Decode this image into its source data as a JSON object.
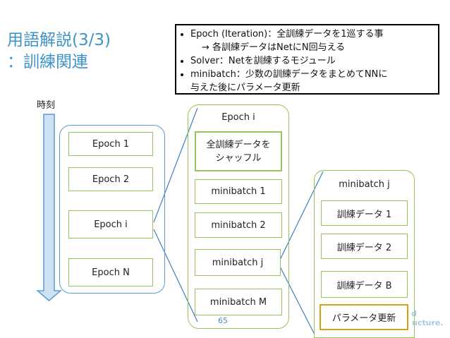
{
  "slide": {
    "title_line1": "用語解説(3/3)",
    "title_line2": "：訓練関連",
    "notes": [
      {
        "main": "Epoch (Iteration)：全訓練データを1巡する事",
        "sub": "→ 各訓練データはNetにN回与える"
      },
      {
        "main": "Solver：Netを訓練するモジュール",
        "sub": ""
      },
      {
        "main": "minibatch：少数の訓練データをまとめてNNに",
        "sub": "与えた後にパラメータ更新"
      }
    ],
    "time_label": "時刻",
    "epochs": [
      "Epoch 1",
      "Epoch 2",
      "Epoch i",
      "Epoch N"
    ],
    "epoch_i": {
      "header": "Epoch i",
      "shuffle_line1": "全訓練データを",
      "shuffle_line2": "シャッフル",
      "minibatches": [
        "minibatch 1",
        "minibatch 2",
        "minibatch j",
        "minibatch M"
      ]
    },
    "minibatch_j": {
      "header": "minibatch j",
      "items": [
        "訓練データ 1",
        "訓練データ 2",
        "訓練データ B"
      ],
      "update": "パラメータ更新"
    },
    "page_number": "65",
    "watermark_line1": "d",
    "watermark_line2": "ucture."
  },
  "colors": {
    "title": "#3f93c9",
    "panel_blue_border": "#5b9bd5",
    "panel_green_border": "#98c25c",
    "arrow_fill": "#cfe2f3",
    "connector_line": "#3f7fc0",
    "update_border": "#d4a017"
  }
}
